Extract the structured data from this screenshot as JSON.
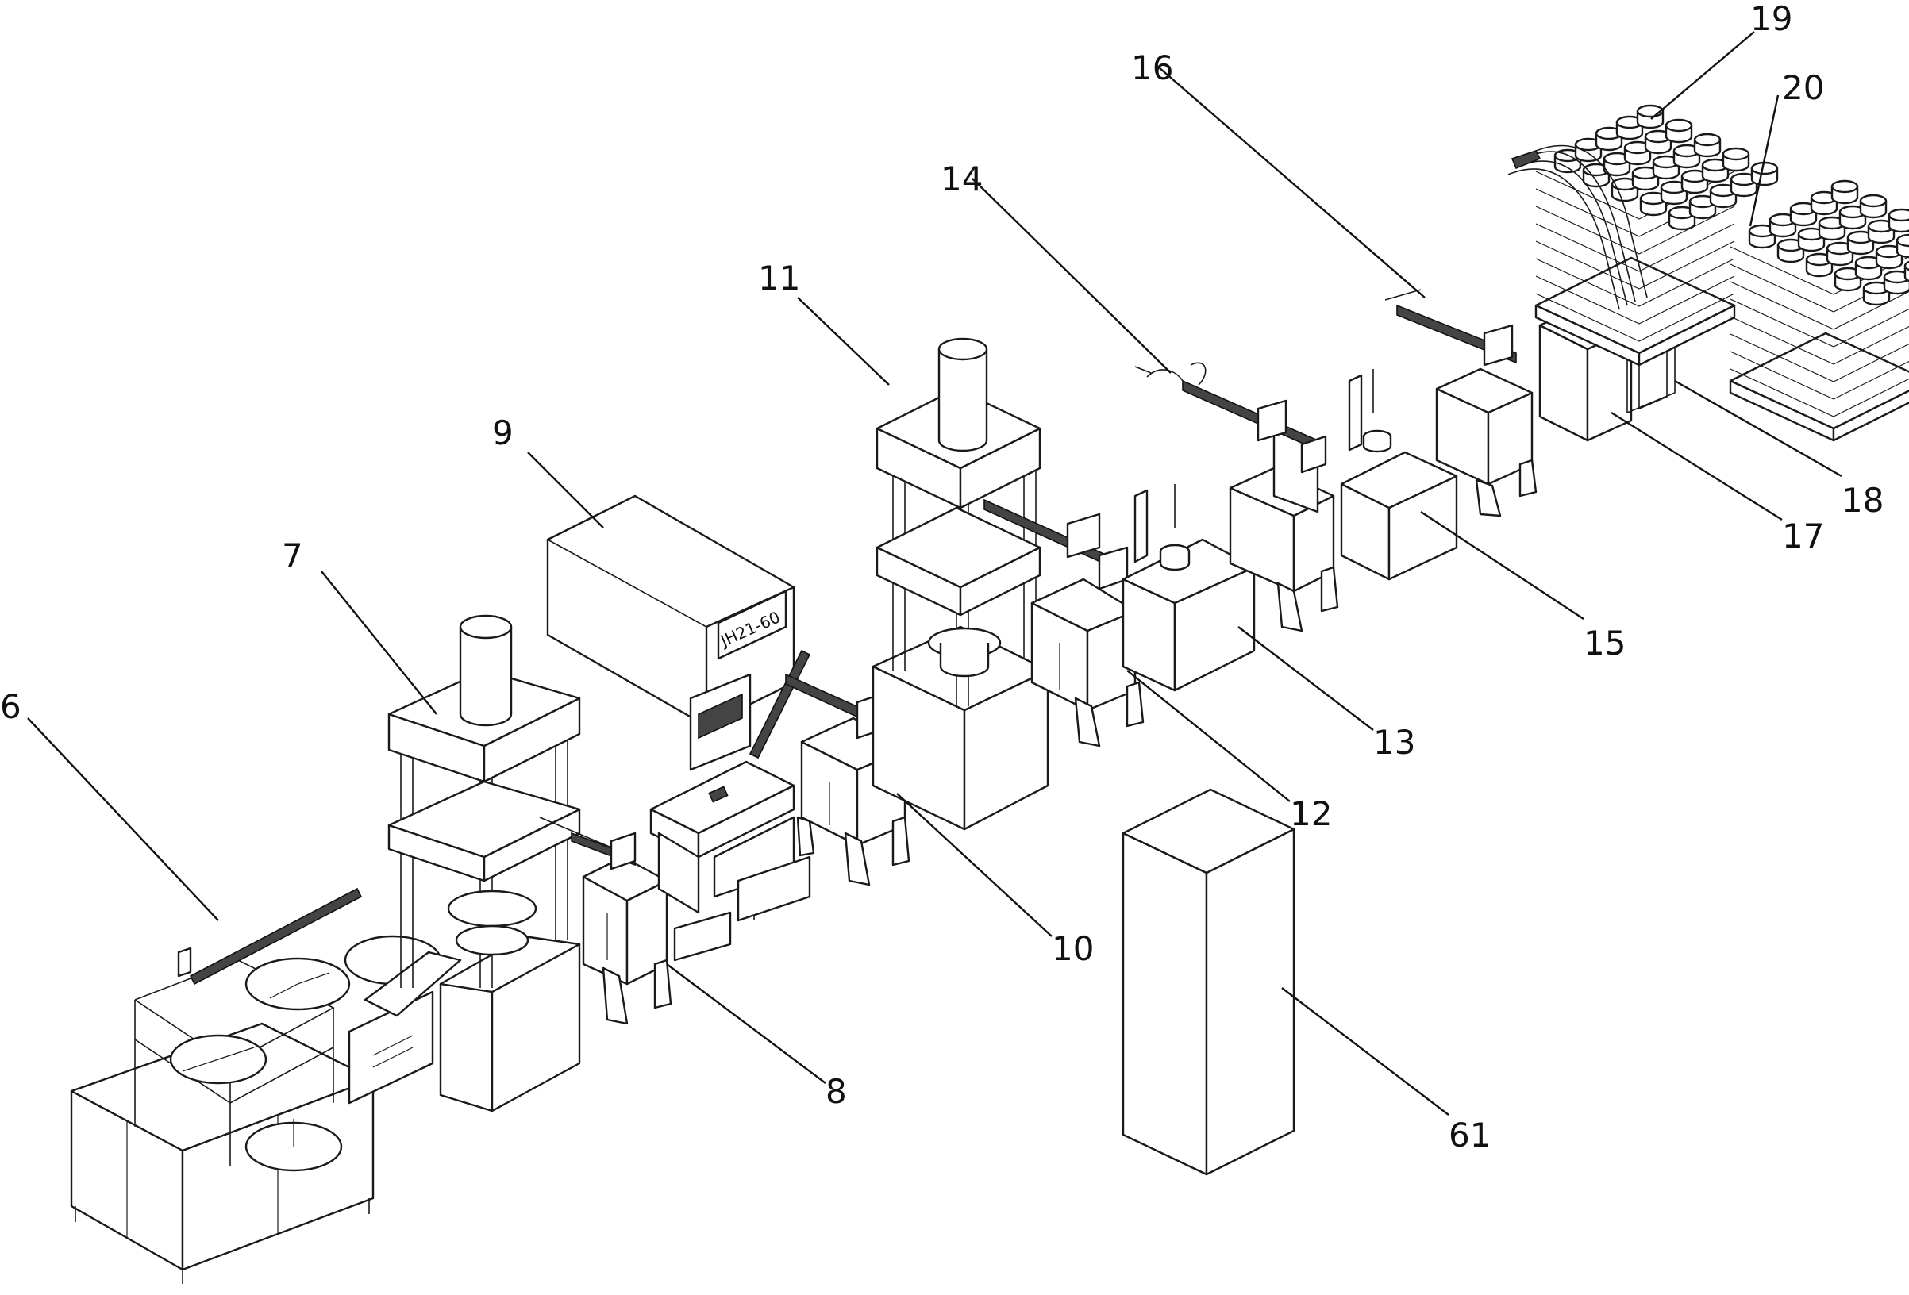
{
  "labels": {
    "l6": "6",
    "l7": "7",
    "l8": "8",
    "l9": "9",
    "l10": "10",
    "l11": "11",
    "l12": "12",
    "l13": "13",
    "l14": "14",
    "l15": "15",
    "l16": "16",
    "l17": "17",
    "l18": "18",
    "l19": "19",
    "l20": "20",
    "l61": "61"
  },
  "press_plate": "JH21-60"
}
